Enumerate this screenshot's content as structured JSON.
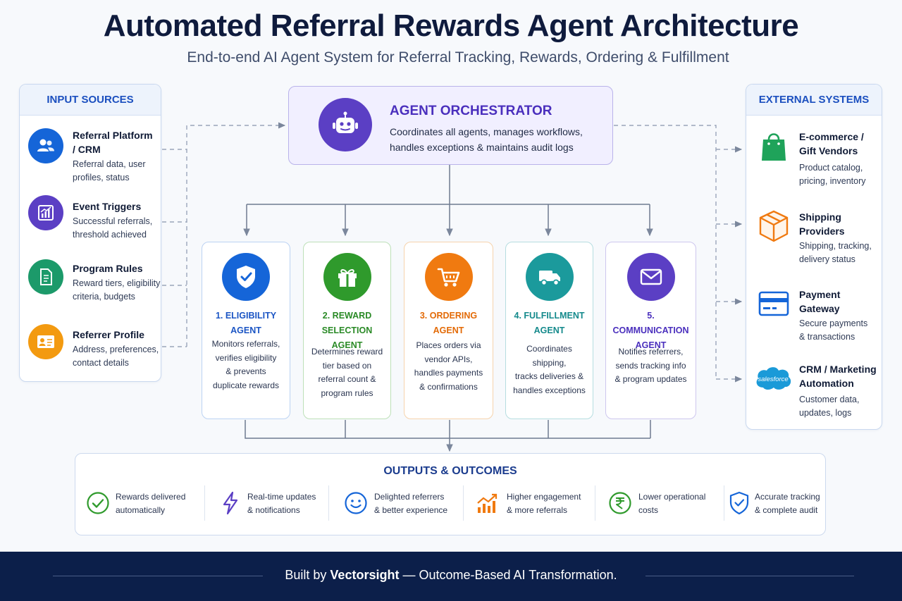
{
  "header": {
    "title": "Automated Referral Rewards Agent Architecture",
    "subtitle": "End-to-end AI Agent System for Referral Tracking, Rewards, Ordering & Fulfillment"
  },
  "input_sources": {
    "heading": "INPUT SOURCES",
    "items": [
      {
        "title_l1": "Referral Platform",
        "title_l2": "/ CRM",
        "desc_l1": "Referral data, user",
        "desc_l2": "profiles, status",
        "icon": "users-icon",
        "color": "#1565d8"
      },
      {
        "title_l1": "Event Triggers",
        "title_l2": "",
        "desc_l1": "Successful referrals,",
        "desc_l2": "threshold achieved",
        "icon": "chart-icon",
        "color": "#5b3fc4"
      },
      {
        "title_l1": "Program Rules",
        "title_l2": "",
        "desc_l1": "Reward tiers, eligibility",
        "desc_l2": "criteria, budgets",
        "icon": "document-icon",
        "color": "#1c9a6a"
      },
      {
        "title_l1": "Referrer Profile",
        "title_l2": "",
        "desc_l1": "Address, preferences,",
        "desc_l2": "contact details",
        "icon": "id-card-icon",
        "color": "#f39a10"
      }
    ]
  },
  "orchestrator": {
    "title": "AGENT ORCHESTRATOR",
    "desc_l1": "Coordinates all agents, manages workflows,",
    "desc_l2": "handles exceptions & maintains audit logs",
    "icon": "robot-icon",
    "color": "#5b3fc4"
  },
  "agents": [
    {
      "title_l1": "1. ELIGIBILITY AGENT",
      "title_l2": "",
      "desc": [
        "Monitors referrals,",
        "verifies eligibility",
        "& prevents",
        "duplicate rewards"
      ],
      "icon": "shield-check-icon",
      "color": "#1565d8",
      "border": "#bcd3f3"
    },
    {
      "title_l1": "2. REWARD",
      "title_l2": "SELECTION AGENT",
      "desc": [
        "Determines reward",
        "tier based on",
        "referral count &",
        "program rules"
      ],
      "icon": "gift-icon",
      "color": "#2f9a2c",
      "border": "#bde0b8"
    },
    {
      "title_l1": "3. ORDERING AGENT",
      "title_l2": "",
      "desc": [
        "Places orders via",
        "vendor APIs,",
        "handles payments",
        "& confirmations"
      ],
      "icon": "cart-icon",
      "color": "#f07a10",
      "border": "#f6d3ac"
    },
    {
      "title_l1": "4. FULFILLMENT AGENT",
      "title_l2": "",
      "desc": [
        "Coordinates shipping,",
        "tracks deliveries &",
        "handles exceptions"
      ],
      "icon": "truck-icon",
      "color": "#1b9a9c",
      "border": "#b6dde0"
    },
    {
      "title_l1": "5. COMMUNICATION",
      "title_l2": "AGENT",
      "desc": [
        "Notifies referrers,",
        "sends tracking info",
        "& program updates"
      ],
      "icon": "mail-icon",
      "color": "#5b3fc4",
      "border": "#cdc6ee"
    }
  ],
  "external_systems": {
    "heading": "EXTERNAL SYSTEMS",
    "items": [
      {
        "title_l1": "E-commerce /",
        "title_l2": "Gift Vendors",
        "desc_l1": "Product catalog,",
        "desc_l2": "pricing, inventory",
        "icon": "shopping-bag-icon",
        "color": "#1fa35a"
      },
      {
        "title_l1": "Shipping",
        "title_l2": "Providers",
        "desc_l1": "Shipping, tracking,",
        "desc_l2": "delivery status",
        "icon": "package-icon",
        "color": "#f07a10"
      },
      {
        "title_l1": "Payment",
        "title_l2": "Gateway",
        "desc_l1": "Secure payments",
        "desc_l2": "& transactions",
        "icon": "credit-card-icon",
        "color": "#1565d8"
      },
      {
        "title_l1": "CRM / Marketing",
        "title_l2": "Automation",
        "desc_l1": "Customer data,",
        "desc_l2": "updates, logs",
        "icon": "salesforce-icon",
        "color": "#1a9ad8",
        "logo_text": "salesforce"
      }
    ]
  },
  "outputs": {
    "heading": "OUTPUTS & OUTCOMES",
    "items": [
      {
        "l1": "Rewards delivered",
        "l2": "automatically",
        "icon": "check-circle-icon",
        "color": "#2f9a2c"
      },
      {
        "l1": "Real-time updates",
        "l2": "& notifications",
        "icon": "lightning-icon",
        "color": "#5b3fc4"
      },
      {
        "l1": "Delighted referrers",
        "l2": "& better experience",
        "icon": "smile-icon",
        "color": "#1565d8"
      },
      {
        "l1": "Higher engagement",
        "l2": "& more referrals",
        "icon": "growth-chart-icon",
        "color": "#f07a10"
      },
      {
        "l1": "Lower operational",
        "l2": "costs",
        "icon": "rupee-icon",
        "color": "#2f9a2c"
      },
      {
        "l1": "Accurate tracking",
        "l2": "& complete audit",
        "icon": "shield-check-icon",
        "color": "#1565d8"
      }
    ]
  },
  "footer": {
    "prefix": "Built by",
    "brand": "Vectorsight",
    "suffix": "— Outcome-Based AI Transformation."
  }
}
